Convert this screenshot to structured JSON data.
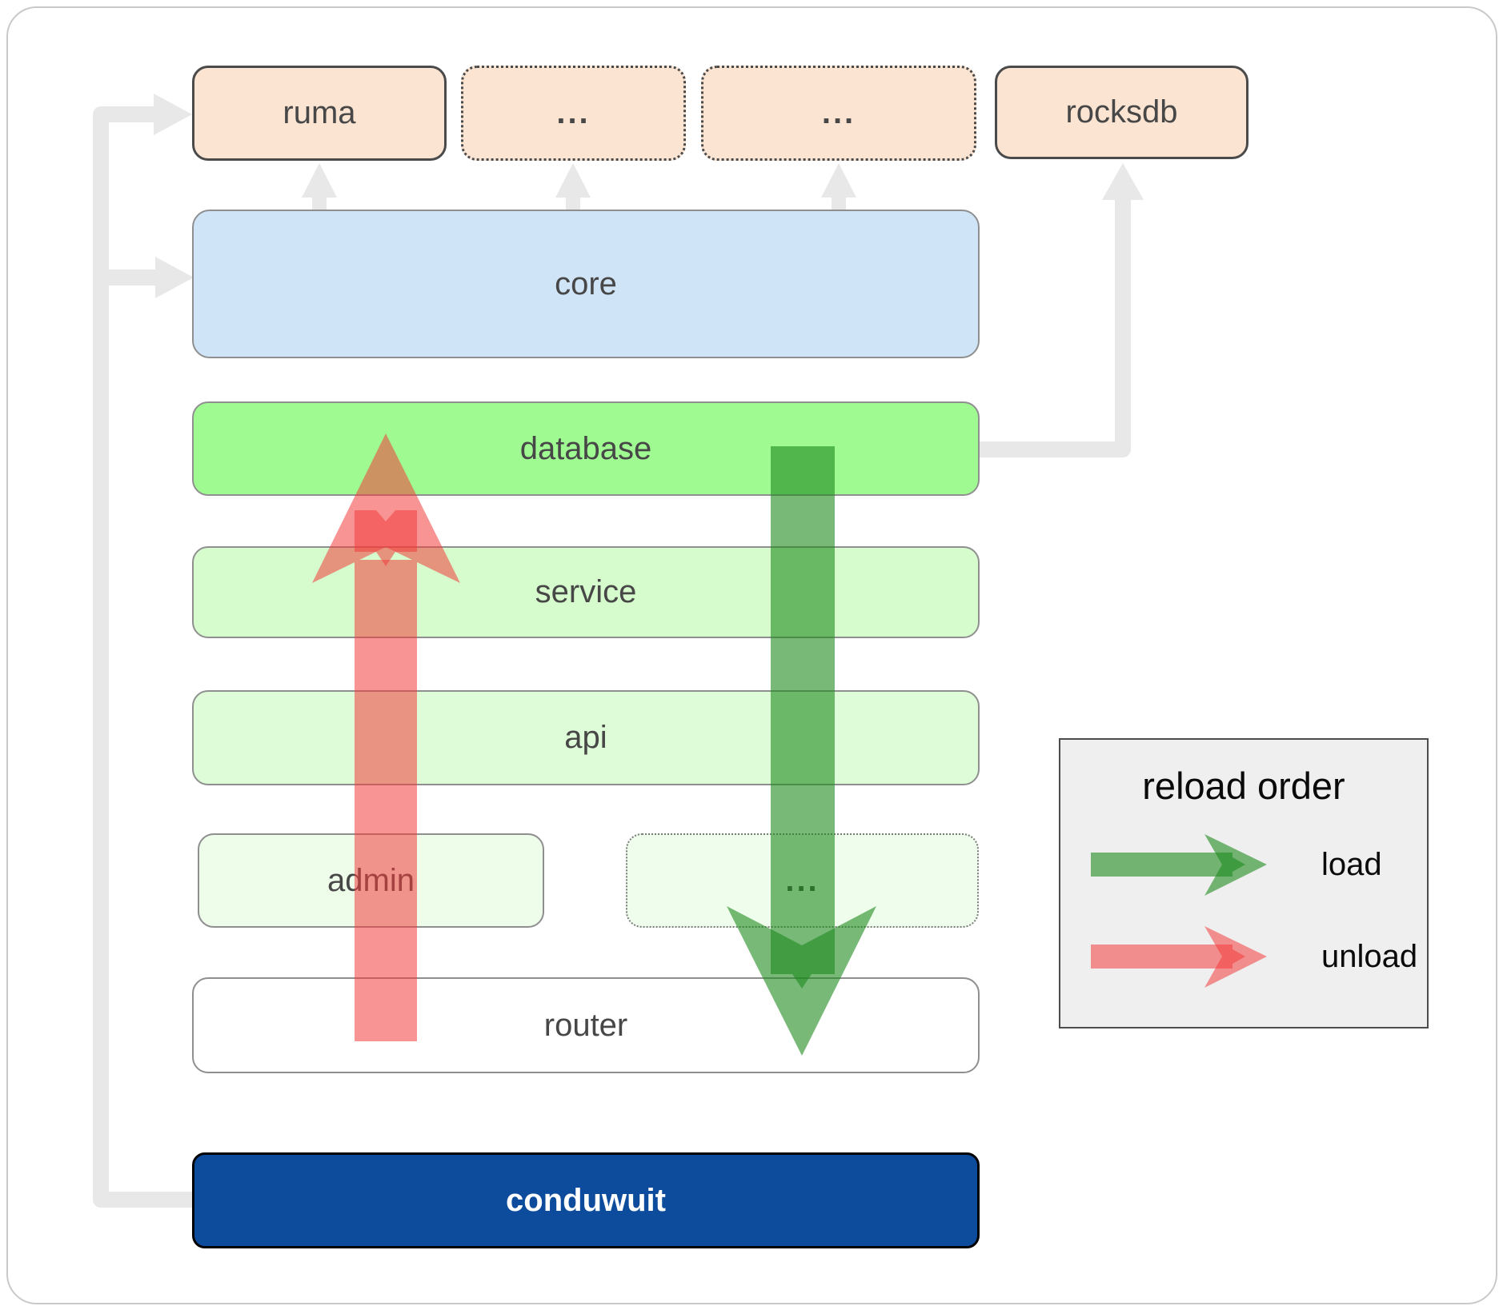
{
  "nodes": {
    "ruma": {
      "label": "ruma"
    },
    "ellipsis_top_1": {
      "label": "..."
    },
    "ellipsis_top_2": {
      "label": "..."
    },
    "rocksdb": {
      "label": "rocksdb"
    },
    "core": {
      "label": "core"
    },
    "database": {
      "label": "database"
    },
    "service": {
      "label": "service"
    },
    "api": {
      "label": "api"
    },
    "admin": {
      "label": "admin"
    },
    "ellipsis_admin_row": {
      "label": "..."
    },
    "router": {
      "label": "router"
    },
    "conduwuit": {
      "label": "conduwuit"
    }
  },
  "legend": {
    "title": "reload order",
    "items": [
      {
        "label": "load",
        "color": "#1e8b1e"
      },
      {
        "label": "unload",
        "color": "#f23c3c"
      }
    ]
  },
  "arrows": {
    "load": {
      "meaning": "load",
      "direction": "down",
      "color": "#1e8b1e"
    },
    "unload": {
      "meaning": "unload",
      "direction": "up",
      "color": "#f23c3c"
    }
  },
  "colors": {
    "peach": "#fce4d2",
    "core_blue": "#d0e4f8",
    "database_green": "#9ffb91",
    "service_green": "#d6fccd",
    "api_green": "#defcd7",
    "admin_green": "#edfdea",
    "ellipsis_green": "#effdec",
    "router_white": "#ffffff",
    "conduwuit_navy": "#0d4c9d",
    "connector_gray": "#e9e8e8",
    "load_green": "#1e8b1e",
    "unload_red": "#f23c3c",
    "legend_bg": "#f0efef",
    "label_gray": "#474747",
    "border_gray": "#8f8f8f",
    "dark_border": "#4a4a4a"
  }
}
